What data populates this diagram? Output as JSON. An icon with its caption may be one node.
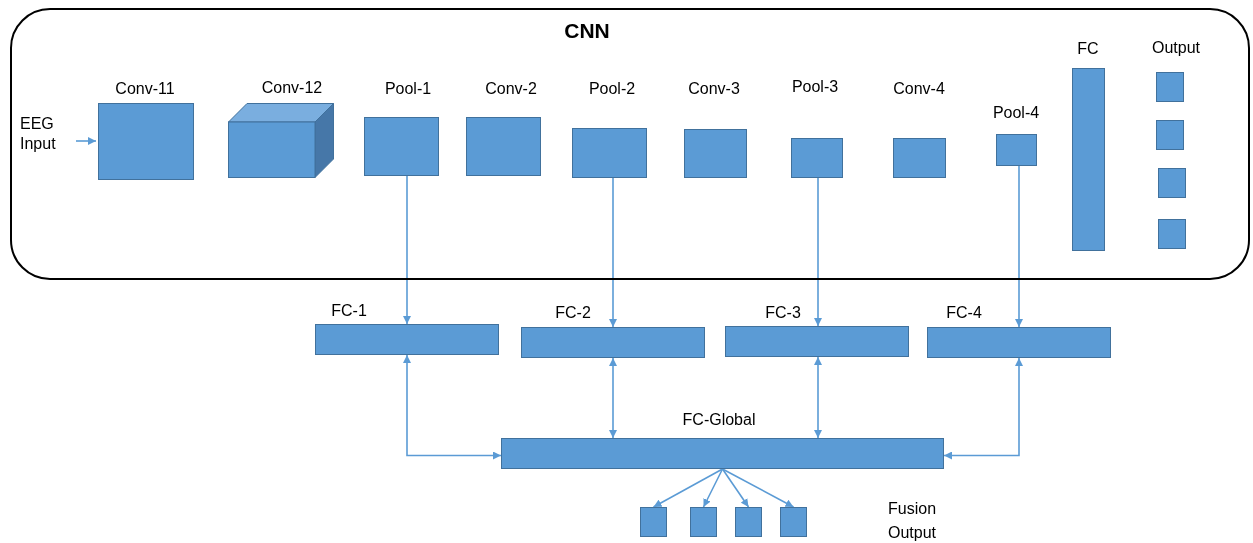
{
  "diagram": {
    "nodes": [
      {
        "text": [
          "CNN"
        ]
      },
      {
        "text": [
          "EEG Input"
        ],
        "in": 0
      },
      {
        "text": [
          "Conv-11"
        ],
        "in": 0
      },
      {
        "text": [
          "Conv-12"
        ],
        "in": 0
      },
      {
        "text": [
          "Pool-1"
        ],
        "in": 0
      },
      {
        "text": [
          "Conv-2"
        ],
        "in": 0
      },
      {
        "text": [
          "Pool-2"
        ],
        "in": 0
      },
      {
        "text": [
          "Conv-3"
        ],
        "in": 0
      },
      {
        "text": [
          "Pool-3"
        ],
        "in": 0
      },
      {
        "text": [
          "Conv-4"
        ],
        "in": 0
      },
      {
        "text": [
          "Pool-4"
        ],
        "in": 0
      },
      {
        "text": [
          "FC"
        ],
        "in": 0
      },
      {
        "text": [],
        "shape": "box",
        "in": 0
      },
      {
        "text": [],
        "shape": "box",
        "in": 0
      },
      {
        "text": [],
        "shape": "box",
        "in": 0
      },
      {
        "text": [],
        "shape": "box",
        "in": 0
      },
      {
        "text": [
          "FC-1"
        ]
      },
      {
        "text": [
          "FC-2"
        ]
      },
      {
        "text": [
          "FC-3"
        ]
      },
      {
        "text": [
          "FC-4"
        ]
      },
      {
        "text": [
          "FC-Global"
        ]
      },
      {
        "text": [],
        "shape": "box"
      },
      {
        "text": [],
        "shape": "box"
      },
      {
        "text": [],
        "shape": "box"
      },
      {
        "text": [],
        "shape": "box"
      }
    ],
    "edges": [
      {
        "from": 1,
        "to": 2,
        "arrow": "to"
      },
      {
        "from": 4,
        "to": 16,
        "arrow": "to"
      },
      {
        "from": 6,
        "to": 17,
        "arrow": "to"
      },
      {
        "from": 8,
        "to": 18,
        "arrow": "to"
      },
      {
        "from": 10,
        "to": 19,
        "arrow": "to"
      },
      {
        "from": 16,
        "to": 20,
        "arrow": "both"
      },
      {
        "from": 17,
        "to": 20,
        "arrow": "both"
      },
      {
        "from": 18,
        "to": 20,
        "arrow": "both"
      },
      {
        "from": 19,
        "to": 20,
        "arrow": "both"
      },
      {
        "from": 20,
        "to": 21,
        "arrow": "to"
      },
      {
        "from": 20,
        "to": 22,
        "arrow": "to"
      },
      {
        "from": 20,
        "to": 23,
        "arrow": "to"
      },
      {
        "from": 20,
        "to": 24,
        "arrow": "to"
      }
    ],
    "labels": [
      "Output",
      "Fusion Output"
    ]
  }
}
